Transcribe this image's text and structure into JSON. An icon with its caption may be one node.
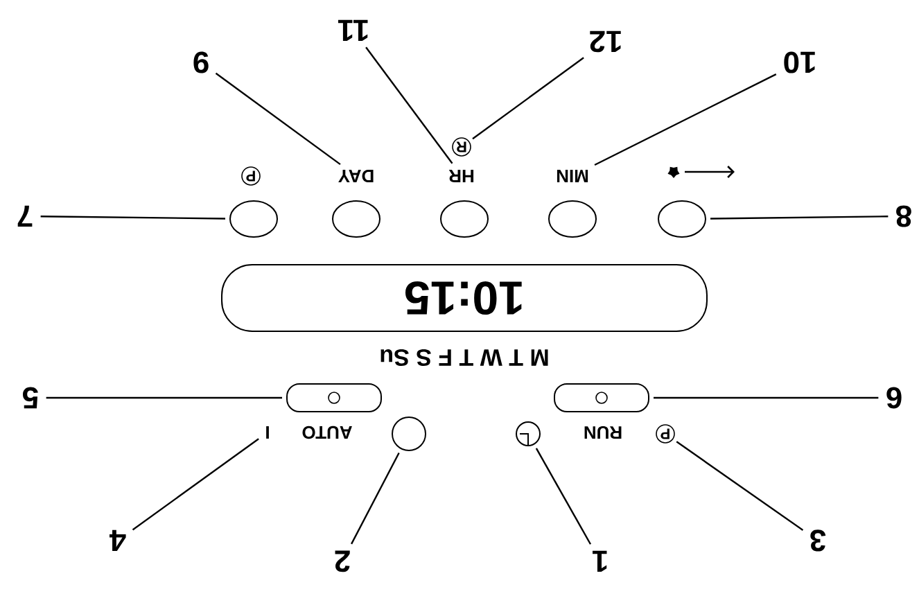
{
  "diagram": {
    "nodes": [
      {
        "text": [
          "9"
        ]
      },
      {
        "text": [
          "11"
        ]
      },
      {
        "text": [
          "12"
        ]
      },
      {
        "text": [
          "10"
        ]
      },
      {
        "text": [
          "R"
        ]
      },
      {
        "text": [
          "DAY"
        ]
      },
      {
        "text": [
          "HR"
        ]
      },
      {
        "text": [
          "MIN"
        ]
      },
      {
        "text": [
          "7"
        ]
      },
      {
        "text": [],
        "shape": "circle"
      },
      {
        "text": [],
        "shape": "circle"
      },
      {
        "text": [],
        "shape": "circle"
      },
      {
        "text": [],
        "shape": "circle"
      },
      {
        "text": [],
        "shape": "circle"
      },
      {
        "text": [
          "8"
        ]
      },
      {
        "text": [
          "10:15"
        ]
      },
      {
        "text": [
          "5"
        ]
      },
      {
        "text": [],
        "shape": "slider"
      },
      {
        "text": [],
        "shape": "slider"
      },
      {
        "text": [
          "6"
        ]
      },
      {
        "text": [
          "I"
        ]
      },
      {
        "text": [],
        "shape": "circle"
      },
      {
        "text": [],
        "shape": "clock"
      },
      {
        "text": [
          "P"
        ]
      },
      {
        "text": [
          "4"
        ]
      },
      {
        "text": [
          "2"
        ]
      },
      {
        "text": [
          "1"
        ]
      },
      {
        "text": [
          "3"
        ]
      },
      {
        "text": [
          "P"
        ]
      }
    ],
    "edges": [
      {
        "from": 0,
        "to": 5,
        "arrow": "none"
      },
      {
        "from": 1,
        "to": 6,
        "arrow": "none"
      },
      {
        "from": 2,
        "to": 4,
        "arrow": "none"
      },
      {
        "from": 3,
        "to": 7,
        "arrow": "none"
      },
      {
        "from": 8,
        "to": 9,
        "arrow": "none"
      },
      {
        "from": 14,
        "to": 13,
        "arrow": "none"
      },
      {
        "from": 16,
        "to": 17,
        "arrow": "none"
      },
      {
        "from": 19,
        "to": 18,
        "arrow": "none"
      },
      {
        "from": 24,
        "to": 20,
        "arrow": "none"
      },
      {
        "from": 25,
        "to": 21,
        "arrow": "none"
      },
      {
        "from": 26,
        "to": 22,
        "arrow": "none"
      },
      {
        "from": 27,
        "to": 23,
        "arrow": "none"
      }
    ],
    "labels": [
      "M T W T F S Su",
      "AUTO",
      "RUN"
    ]
  }
}
